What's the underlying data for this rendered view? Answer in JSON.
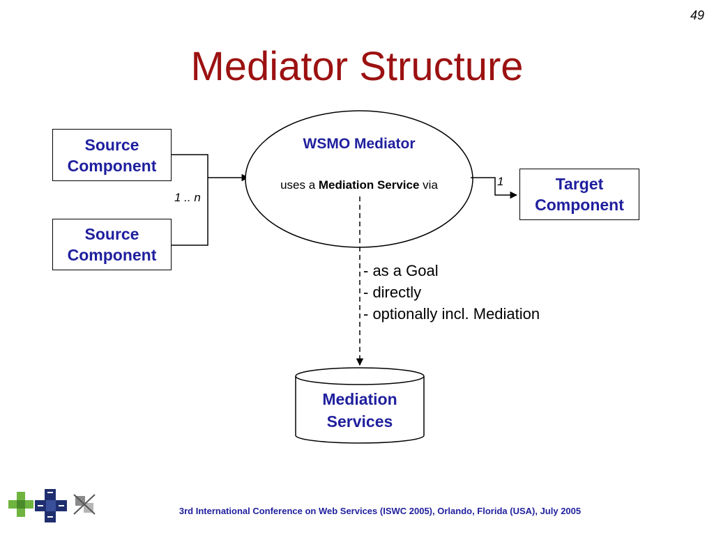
{
  "page_number": "49",
  "title": "Mediator Structure",
  "source_component_1": {
    "line1": "Source",
    "line2": "Component"
  },
  "source_component_2": {
    "line1": "Source",
    "line2": "Component"
  },
  "target_component": {
    "line1": "Target",
    "line2": "Component"
  },
  "mediator": {
    "title": "WSMO Mediator",
    "sub_prefix": "uses a ",
    "sub_bold": "Mediation Service",
    "sub_suffix": " via"
  },
  "cardinality_source": "1 .. n",
  "cardinality_target": "1",
  "options": [
    "- as a Goal",
    "- directly",
    "- optionally incl. Mediation"
  ],
  "mediation_services": {
    "line1": "Mediation",
    "line2": "Services"
  },
  "footer": "3rd International Conference on Web Services (ISWC 2005), Orlando, Florida (USA), July 2005",
  "colors": {
    "title": "#9c1111",
    "label": "#1f1f9e"
  },
  "logo_icons": [
    "wsmo-logo-icon",
    "wsml-logo-icon",
    "wsmx-logo-icon"
  ]
}
